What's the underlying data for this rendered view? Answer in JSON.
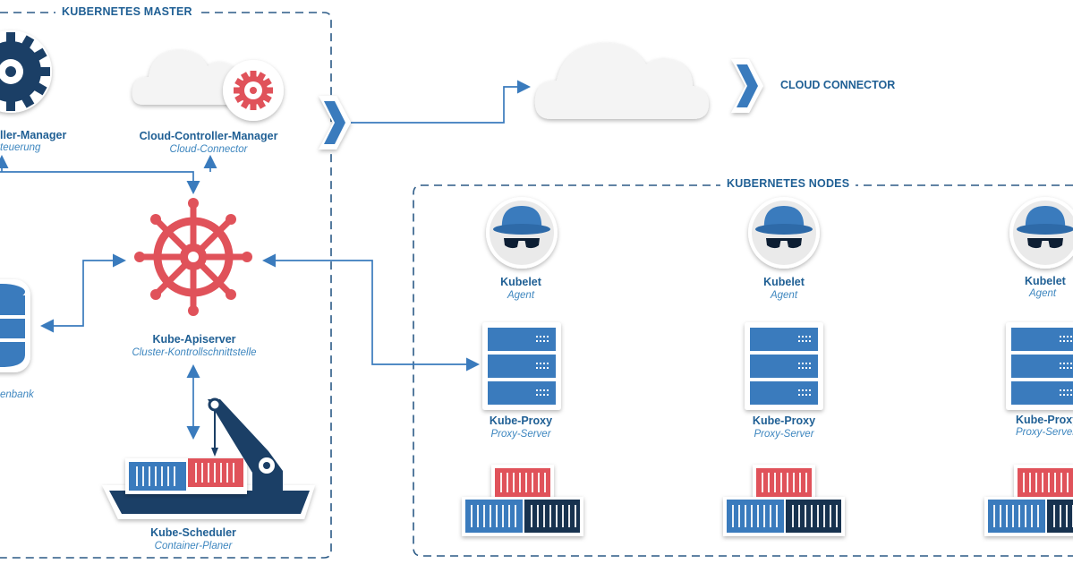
{
  "sections": {
    "master": "KUBERNETES MASTER",
    "nodes": "KUBERNETES NODES",
    "cloud_connector": "CLOUD CONNECTOR"
  },
  "master": {
    "controller_manager": {
      "title": "ller-Manager",
      "subtitle": "teuerung"
    },
    "cloud_controller_manager": {
      "title": "Cloud-Controller-Manager",
      "subtitle": "Cloud-Connector"
    },
    "apiserver": {
      "title": "Kube-Apiserver",
      "subtitle": "Cluster-Kontrollschnittstelle"
    },
    "etcd": {
      "title": "",
      "subtitle": "enbank"
    },
    "scheduler": {
      "title": "Kube-Scheduler",
      "subtitle": "Container-Planer"
    }
  },
  "nodes": [
    {
      "kubelet_title": "Kubelet",
      "kubelet_subtitle": "Agent",
      "proxy_title": "Kube-Proxy",
      "proxy_subtitle": "Proxy-Server"
    },
    {
      "kubelet_title": "Kubelet",
      "kubelet_subtitle": "Agent",
      "proxy_title": "Kube-Proxy",
      "proxy_subtitle": "Proxy-Server"
    },
    {
      "kubelet_title": "Kubelet",
      "kubelet_subtitle": "Agent",
      "proxy_title": "Kube-Proxy",
      "proxy_subtitle": "Proxy-Server"
    }
  ],
  "colors": {
    "dark_blue": "#1b3f66",
    "blue": "#3a7bbd",
    "red": "#e0525a",
    "dash": "#2b5a86",
    "text_title": "#1f5f94",
    "text_sub": "#3d86bf"
  },
  "icons": {
    "controller_manager": "gear-icon",
    "cloud_controller_manager": "cloud-gear-icon",
    "apiserver": "ship-wheel-icon",
    "etcd": "database-icon",
    "scheduler": "cargo-ship-icon",
    "cloud": "cloud-icon",
    "connector": "chevron-right-icon",
    "kubelet": "agent-icon",
    "proxy": "server-rack-icon",
    "containers": "container-stack-icon"
  }
}
